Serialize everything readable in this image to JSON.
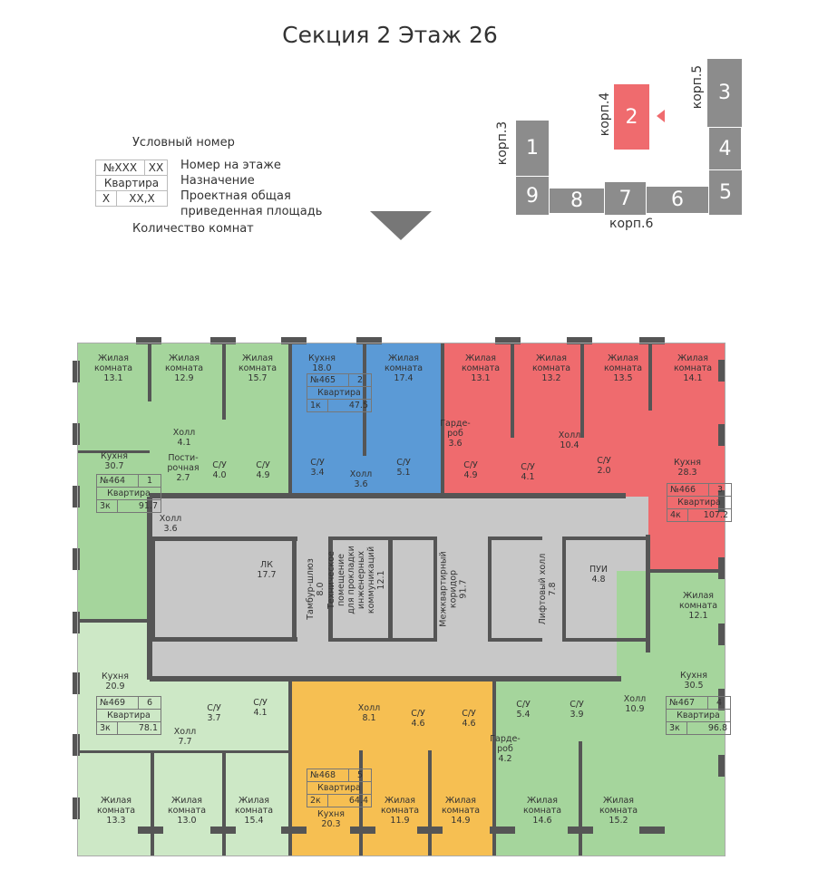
{
  "title": "Секция 2 Этаж 26",
  "legend": {
    "number_label": "Условный номер",
    "box": {
      "num": "№XXX",
      "floor_num": "XX",
      "purpose": "Квартира",
      "rooms": "X",
      "area": "XX,X"
    },
    "floor_number": "Номер на этаже",
    "purpose": "Назначение",
    "area_line1": "Проектная общая",
    "area_line2": "приведенная площадь",
    "room_count": "Количество комнат"
  },
  "keyplan": {
    "buildings": [
      "1",
      "2",
      "3",
      "4",
      "5",
      "6",
      "7",
      "8",
      "9"
    ],
    "korpus": [
      "корп.3",
      "корп.4",
      "корп.5",
      "корп.6"
    ],
    "active": "2"
  },
  "colors": {
    "green": "#a5d59c",
    "light_green": "#cde8c6",
    "blue": "#5b9ad6",
    "red": "#ef6b6e",
    "yellow": "#f6bf52",
    "core": "#c8c8c8",
    "wall": "#555555"
  },
  "apartments": [
    {
      "num": "№464",
      "floor_num": "1",
      "purpose": "Квартира",
      "rooms": "3к",
      "area": "91.7",
      "room_list": [
        [
          "Жилая",
          "комната",
          "13.1"
        ],
        [
          "Жилая",
          "комната",
          "12.9"
        ],
        [
          "Жилая",
          "комната",
          "15.7"
        ],
        [
          "Холл",
          "4.1"
        ],
        [
          "Кухня",
          "30.7"
        ],
        [
          "Пости-",
          "рочная",
          "2.7"
        ],
        [
          "С/У",
          "4.0"
        ],
        [
          "С/У",
          "4.9"
        ],
        [
          "Холл",
          "3.6"
        ]
      ]
    },
    {
      "num": "№465",
      "floor_num": "2",
      "purpose": "Квартира",
      "rooms": "1к",
      "area": "47.5",
      "room_list": [
        [
          "Кухня",
          "18.0"
        ],
        [
          "Жилая",
          "комната",
          "17.4"
        ],
        [
          "С/У",
          "3.4"
        ],
        [
          "Холл",
          "3.6"
        ],
        [
          "С/У",
          "5.1"
        ]
      ]
    },
    {
      "num": "№466",
      "floor_num": "3",
      "purpose": "Квартира",
      "rooms": "4к",
      "area": "107.2",
      "room_list": [
        [
          "Жилая",
          "комната",
          "13.1"
        ],
        [
          "Жилая",
          "комната",
          "13.2"
        ],
        [
          "Жилая",
          "комната",
          "13.5"
        ],
        [
          "Жилая",
          "комната",
          "14.1"
        ],
        [
          "Гарде-",
          "роб",
          "3.6"
        ],
        [
          "Холл",
          "10.4"
        ],
        [
          "С/У",
          "4.9"
        ],
        [
          "С/У",
          "4.1"
        ],
        [
          "С/У",
          "2.0"
        ],
        [
          "Кухня",
          "28.3"
        ]
      ]
    },
    {
      "num": "№467",
      "floor_num": "4",
      "purpose": "Квартира",
      "rooms": "3к",
      "area": "96.8",
      "room_list": [
        [
          "Жилая",
          "комната",
          "12.1"
        ],
        [
          "Кухня",
          "30.5"
        ],
        [
          "Холл",
          "10.9"
        ],
        [
          "С/У",
          "5.4"
        ],
        [
          "С/У",
          "3.9"
        ],
        [
          "Гарде-",
          "роб",
          "4.2"
        ],
        [
          "Жилая",
          "комната",
          "14.6"
        ],
        [
          "Жилая",
          "комната",
          "15.2"
        ]
      ]
    },
    {
      "num": "№468",
      "floor_num": "5",
      "purpose": "Квартира",
      "rooms": "2к",
      "area": "64.4",
      "room_list": [
        [
          "Холл",
          "8.1"
        ],
        [
          "С/У",
          "4.6"
        ],
        [
          "С/У",
          "4.6"
        ],
        [
          "Кухня",
          "20.3"
        ],
        [
          "Жилая",
          "комната",
          "11.9"
        ],
        [
          "Жилая",
          "комната",
          "14.9"
        ]
      ]
    },
    {
      "num": "№469",
      "floor_num": "6",
      "purpose": "Квартира",
      "rooms": "3к",
      "area": "78.1",
      "room_list": [
        [
          "Кухня",
          "20.9"
        ],
        [
          "С/У",
          "3.7"
        ],
        [
          "С/У",
          "4.1"
        ],
        [
          "Холл",
          "7.7"
        ],
        [
          "Жилая",
          "комната",
          "13.3"
        ],
        [
          "Жилая",
          "комната",
          "13.0"
        ],
        [
          "Жилая",
          "комната",
          "15.4"
        ]
      ]
    }
  ],
  "core": [
    [
      "ЛК",
      "17.7"
    ],
    [
      "Тамбур-шлюз",
      "8.0"
    ],
    [
      "Техническое",
      "помещение",
      "для прокладки",
      "инженерных",
      "коммуникаций",
      "12.1"
    ],
    [
      "Межквартирный",
      "коридор",
      "91.7"
    ],
    [
      "Лифтовый холл",
      "7.8"
    ],
    [
      "ПУИ",
      "4.8"
    ]
  ]
}
